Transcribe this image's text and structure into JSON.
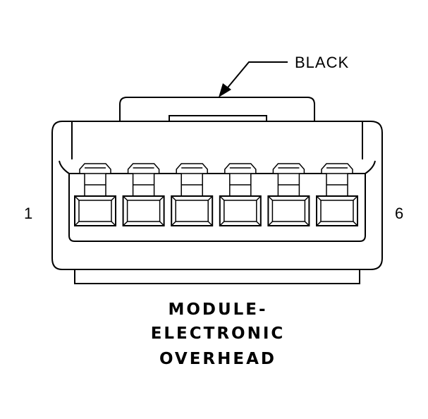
{
  "connector": {
    "wire_color_label": "BLACK",
    "pin_first_label": "1",
    "pin_last_label": "6",
    "cavity_count": 6
  },
  "title": {
    "line1": "MODULE-",
    "line2": "ELECTRONIC",
    "line3": "OVERHEAD"
  }
}
